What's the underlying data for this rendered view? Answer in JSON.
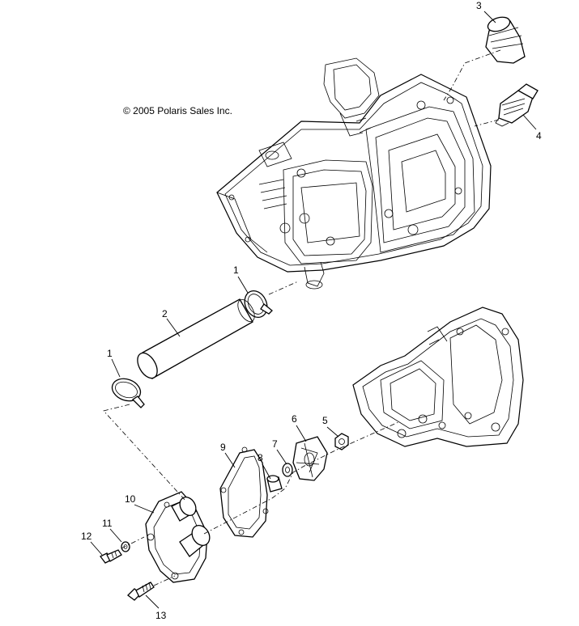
{
  "copyright": "© 2005 Polaris Sales Inc.",
  "callouts": {
    "c1a": "1",
    "c1b": "1",
    "c2": "2",
    "c3": "3",
    "c4": "4",
    "c5": "5",
    "c6": "6",
    "c7": "7",
    "c8": "8",
    "c9": "9",
    "c10": "10",
    "c11": "11",
    "c12": "12",
    "c13": "13"
  }
}
